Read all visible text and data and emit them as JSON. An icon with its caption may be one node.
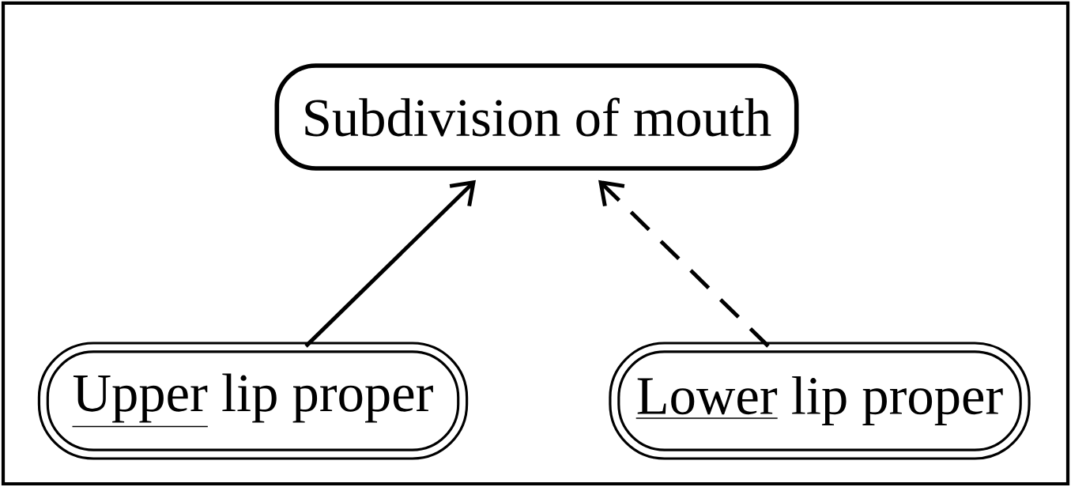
{
  "diagram": {
    "nodes": [
      {
        "text": [
          "Subdivision of mouth"
        ]
      },
      {
        "text": [
          "Upper",
          "lip proper"
        ]
      },
      {
        "text": [
          "Lower",
          "lip proper"
        ]
      }
    ],
    "edges": [
      {
        "from": 1,
        "to": 0,
        "arrow": "to"
      },
      {
        "from": 2,
        "to": 0,
        "arrow": "to",
        "style": "dashed"
      }
    ]
  }
}
